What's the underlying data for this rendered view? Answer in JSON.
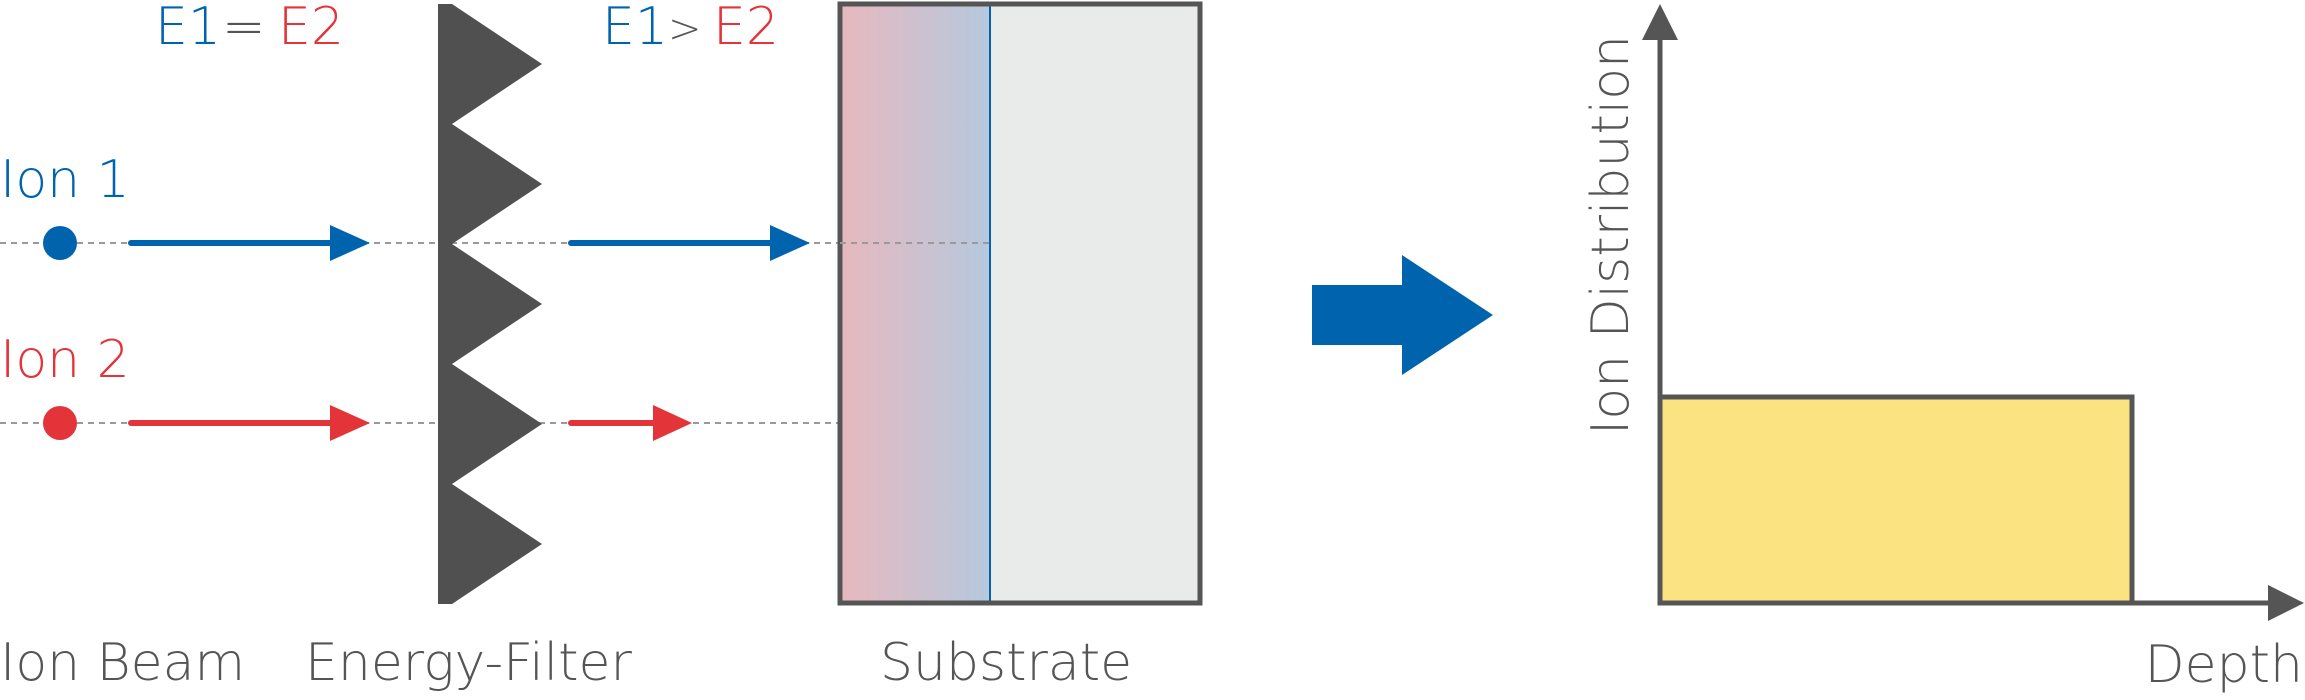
{
  "colors": {
    "ion1": "#0063AE",
    "ion2": "#E3343A",
    "filter": "#505050",
    "frame": "#555555",
    "dashed": "#9A9A9A",
    "substrate_fill": "#E9EBEA",
    "distribution_fill": "#FCE382",
    "big_arrow": "#0063AE"
  },
  "header": {
    "left_e1": "E1",
    "left_eq": "=",
    "left_e2": "E2",
    "right_e1": "E1",
    "right_gt": ">",
    "right_e2": "E2"
  },
  "ions": [
    {
      "label": "Ion 1"
    },
    {
      "label": "Ion 2"
    }
  ],
  "captions": {
    "ion_beam": "Ion Beam",
    "energy_filter": "Energy-Filter",
    "substrate": "Substrate"
  },
  "plot": {
    "ylabel": "Ion Distribution",
    "xlabel": "Depth"
  },
  "icons": {
    "transition": "right-arrow-icon"
  }
}
